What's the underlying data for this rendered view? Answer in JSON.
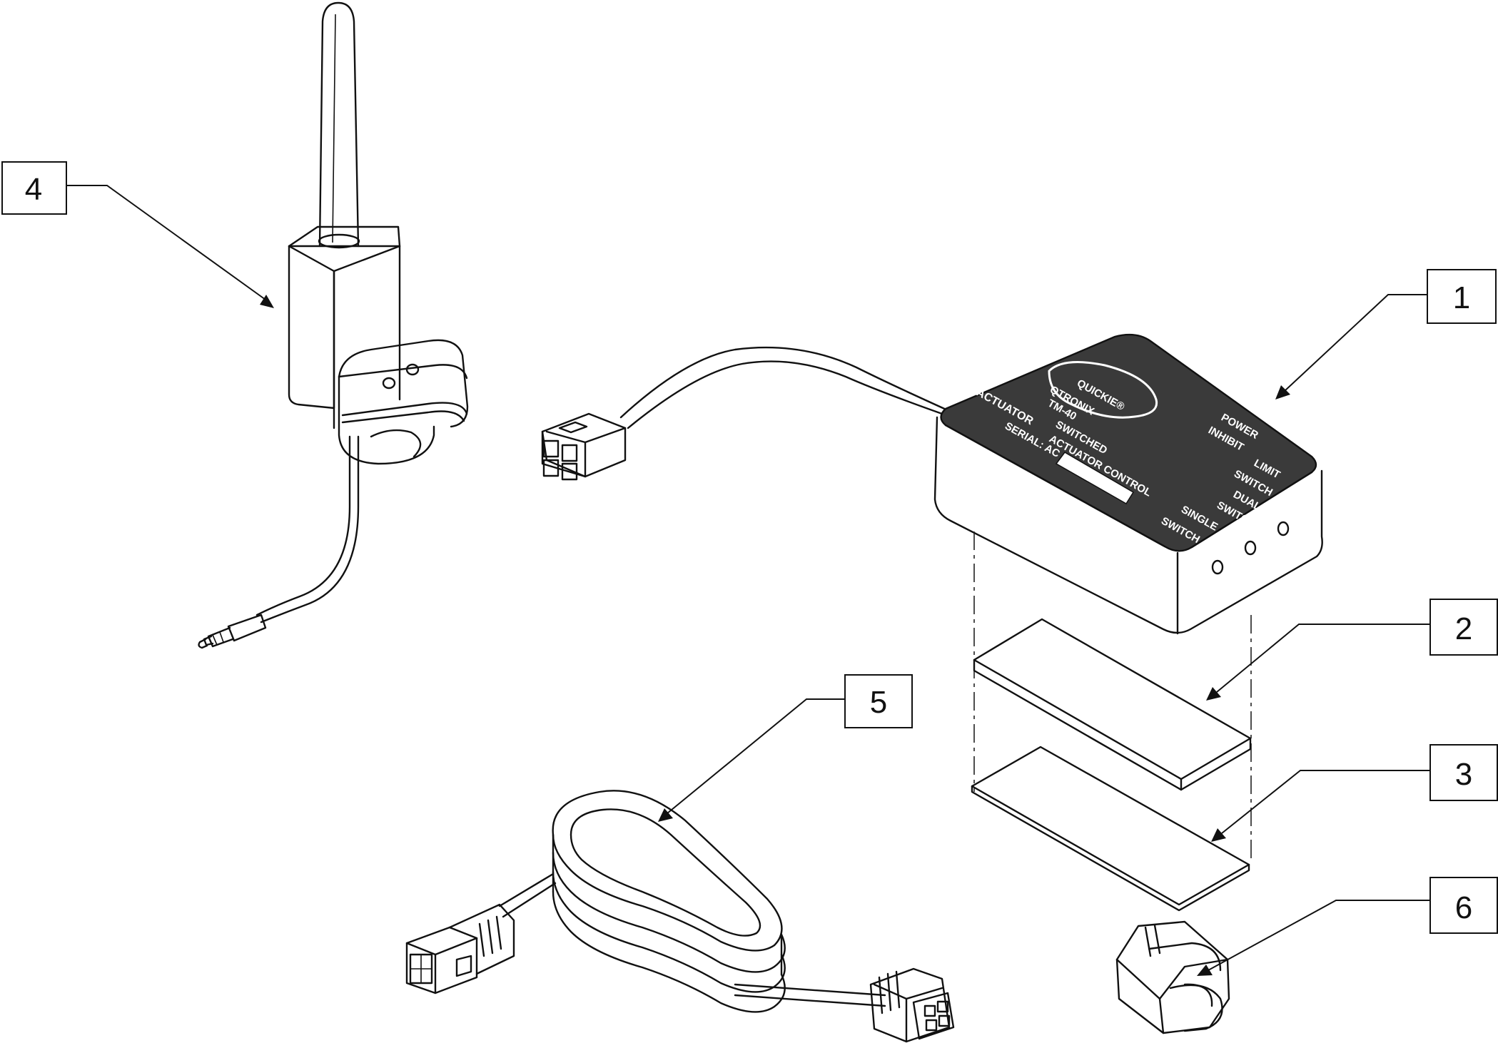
{
  "callouts": [
    {
      "id": "1",
      "label": "1"
    },
    {
      "id": "2",
      "label": "2"
    },
    {
      "id": "3",
      "label": "3"
    },
    {
      "id": "4",
      "label": "4"
    },
    {
      "id": "5",
      "label": "5"
    },
    {
      "id": "6",
      "label": "6"
    }
  ],
  "module_labels": {
    "brand": "QUICKIE®",
    "model_name": "QTRONIX",
    "model_number": "TM-40",
    "actuator": "ACTUATOR",
    "switched": "SWITCHED",
    "actuator_control": "ACTUATOR CONTROL",
    "serial": "SERIAL: AC",
    "power": "POWER",
    "inhibit": "INHIBIT",
    "limit": "LIMIT",
    "limit_switch": "SWITCH",
    "dual": "DUAL",
    "dual_switch": "SWITCH",
    "single": "SINGLE",
    "single_switch": "SWITCH"
  },
  "colors": {
    "line": "#111111",
    "label_panel": "#3a3a3a",
    "background": "#ffffff"
  }
}
